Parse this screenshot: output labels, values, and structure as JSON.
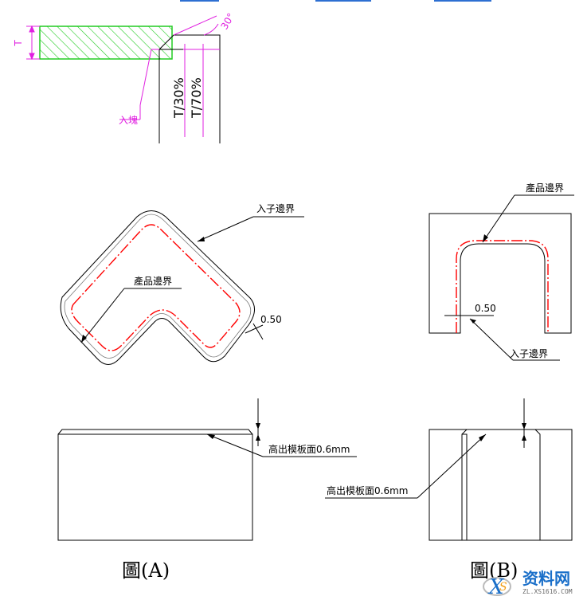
{
  "top_detail": {
    "thickness_symbol": "T",
    "angle_label": "30°",
    "depth_30_label": "T/30%",
    "depth_70_label": "T/70%",
    "insert_label": "入塊",
    "hatch_color": "#22cc22",
    "dim_color": "#e020e0"
  },
  "figure_a": {
    "insert_boundary_label": "入子邊界",
    "product_boundary_label": "產品邊界",
    "offset_label": "0.50",
    "raise_label": "高出模板面0.6mm",
    "caption": "圖(A)"
  },
  "figure_b": {
    "product_boundary_label": "產品邊界",
    "offset_label": "0.50",
    "insert_boundary_label": "入子邊界",
    "raise_label": "高出模板面0.6mm",
    "caption": "圖(B)"
  },
  "colors": {
    "outline": "#000000",
    "product_line": "#ff0000",
    "top_links": "#2d6fd2"
  },
  "watermark": {
    "text": "资料网",
    "url": "ZL.XS1616.COM"
  }
}
